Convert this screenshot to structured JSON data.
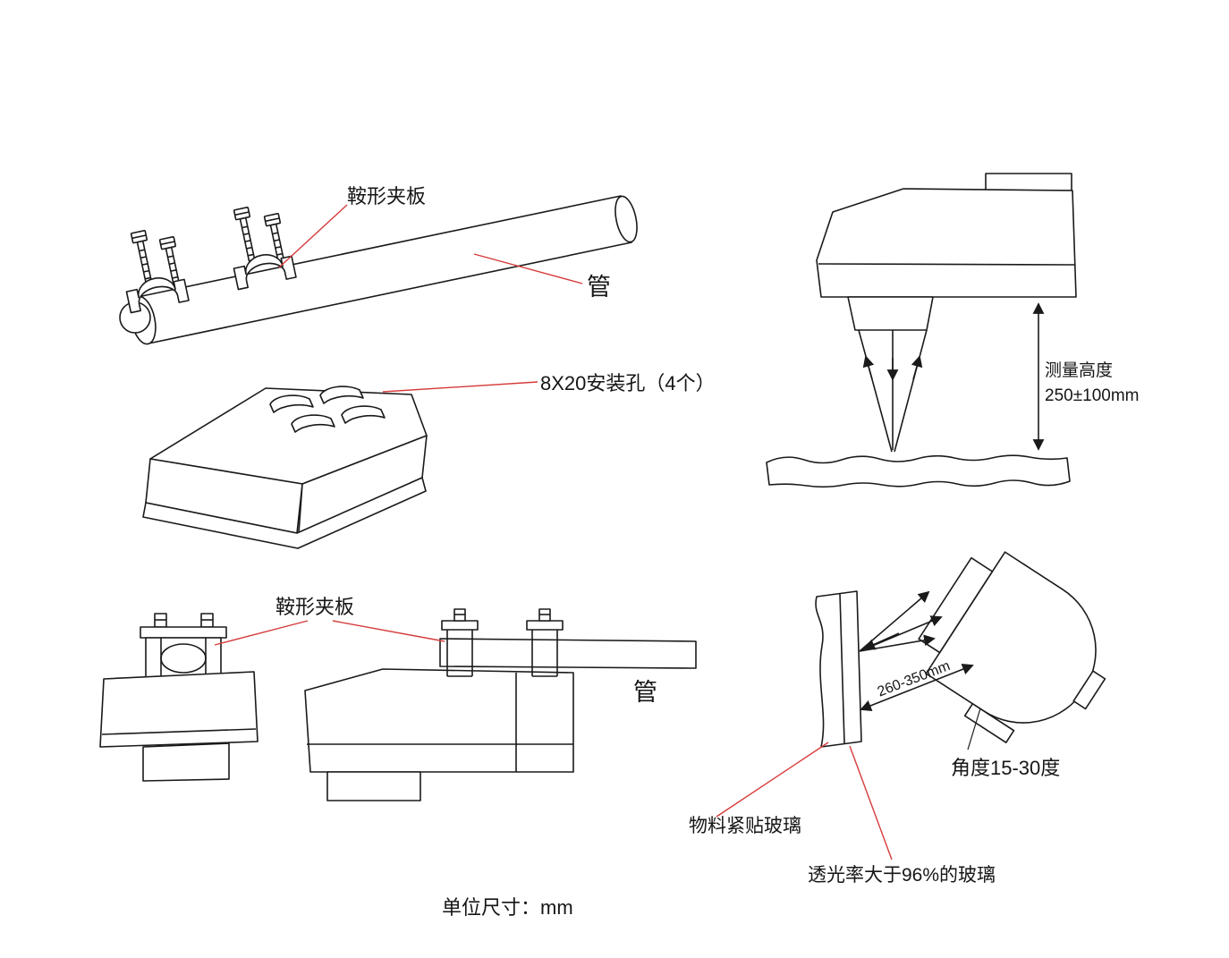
{
  "colors": {
    "line": "#1a1a1a",
    "leader": "#d63b3b",
    "background": "#ffffff"
  },
  "labels": {
    "saddle_clamp_top": "鞍形夹板",
    "pipe_top": "管",
    "mounting_holes": "8X20安装孔（4个）",
    "saddle_clamp_bottom": "鞍形夹板",
    "pipe_bottom": "管",
    "measure_height_line1": "测量高度",
    "measure_height_line2": "250±100mm",
    "distance_range": "260-350mm",
    "angle_range": "角度15-30度",
    "material_note": "物料紧贴玻璃",
    "glass_note": "透光率大于96%的玻璃",
    "unit_note": "单位尺寸：mm"
  }
}
